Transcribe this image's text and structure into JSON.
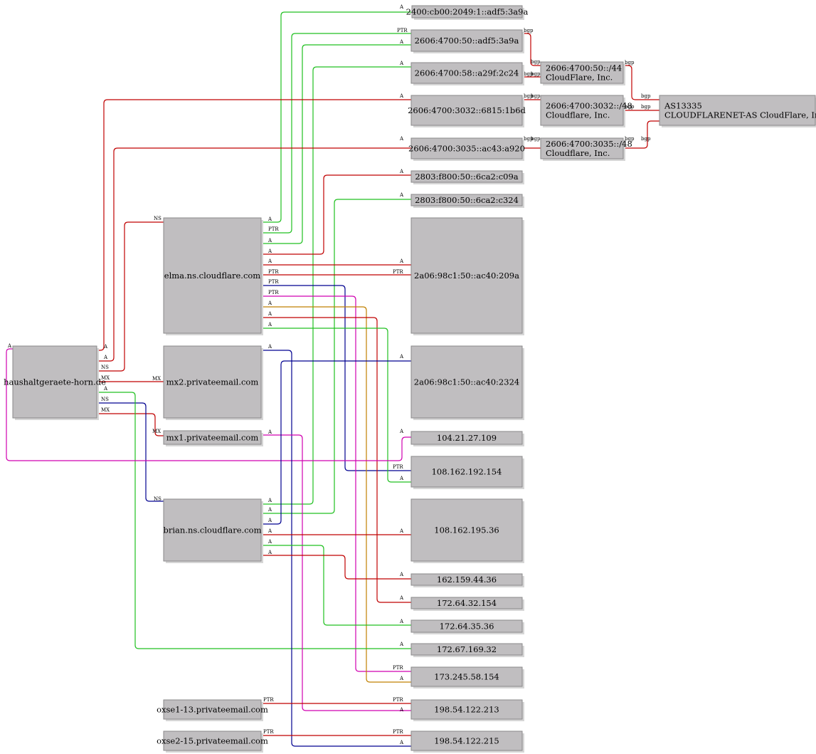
{
  "colors": {
    "red": "#c00000",
    "green": "#20c020",
    "blue": "#000090",
    "magenta": "#d000b0",
    "orange": "#c08000",
    "node_fill": "#c0bec0"
  },
  "nodes": {
    "n_2400": [
      "2400:cb00:2049:1::adf5:3a9a"
    ],
    "n_adf5": [
      "2606:4700:50::adf5:3a9a"
    ],
    "n_a29f": [
      "2606:4700:58::a29f:2c24"
    ],
    "n_net50": [
      "2606:4700:50::/44",
      "CloudFlare, Inc."
    ],
    "n_6815": [
      "2606:4700:3032::6815:1b6d"
    ],
    "n_net3032": [
      "2606:4700:3032::/48",
      "Cloudflare, Inc."
    ],
    "n_as": [
      "AS13335",
      "CLOUDFLARENET-AS CloudFlare, Inc."
    ],
    "n_ac43": [
      "2606:4700:3035::ac43:a920"
    ],
    "n_net3035": [
      "2606:4700:3035::/48",
      "Cloudflare, Inc."
    ],
    "n_c09a": [
      "2803:f800:50::6ca2:c09a"
    ],
    "n_c324": [
      "2803:f800:50::6ca2:c324"
    ],
    "n_elma": [
      "elma.ns.cloudflare.com"
    ],
    "n_209a": [
      "2a06:98c1:50::ac40:209a"
    ],
    "n_haus": [
      "haushaltgeraete-horn.de"
    ],
    "n_mx2": [
      "mx2.privateemail.com"
    ],
    "n_2324": [
      "2a06:98c1:50::ac40:2324"
    ],
    "n_mx1": [
      "mx1.privateemail.com"
    ],
    "n_104": [
      "104.21.27.109"
    ],
    "n_108_154": [
      "108.162.192.154"
    ],
    "n_brian": [
      "brian.ns.cloudflare.com"
    ],
    "n_108_36": [
      "108.162.195.36"
    ],
    "n_162": [
      "162.159.44.36"
    ],
    "n_172_154": [
      "172.64.32.154"
    ],
    "n_172_36": [
      "172.64.35.36"
    ],
    "n_172_32": [
      "172.67.169.32"
    ],
    "n_173": [
      "173.245.58.154"
    ],
    "n_oxse1": [
      "oxse1-13.privateemail.com"
    ],
    "n_213": [
      "198.54.122.213"
    ],
    "n_oxse2": [
      "oxse2-15.privateemail.com"
    ],
    "n_215": [
      "198.54.122.215"
    ]
  },
  "edges": [
    {
      "from": "n_elma",
      "to": "n_2400",
      "label": "A",
      "color": "green"
    },
    {
      "from": "n_elma",
      "to": "n_adf5",
      "label": "PTR",
      "color": "green"
    },
    {
      "from": "n_elma",
      "to": "n_adf5",
      "label": "A",
      "color": "green"
    },
    {
      "from": "n_brian",
      "to": "n_a29f",
      "label": "A",
      "color": "green"
    },
    {
      "from": "n_haus",
      "to": "n_6815",
      "label": "A",
      "color": "red"
    },
    {
      "from": "n_haus",
      "to": "n_ac43",
      "label": "A",
      "color": "red"
    },
    {
      "from": "n_elma",
      "to": "n_c09a",
      "label": "A",
      "color": "red"
    },
    {
      "from": "n_brian",
      "to": "n_c324",
      "label": "A",
      "color": "green"
    },
    {
      "from": "n_haus",
      "to": "n_elma",
      "label": "NS",
      "color": "red"
    },
    {
      "from": "n_elma",
      "to": "n_209a",
      "label": "A",
      "color": "red"
    },
    {
      "from": "n_elma",
      "to": "n_209a",
      "label": "PTR",
      "color": "red"
    },
    {
      "from": "n_elma",
      "to": "n_108_154",
      "label": "PTR",
      "color": "blue"
    },
    {
      "from": "n_elma",
      "to": "n_173",
      "label": "PTR",
      "color": "magenta"
    },
    {
      "from": "n_elma",
      "to": "n_173",
      "label": "A",
      "color": "orange"
    },
    {
      "from": "n_elma",
      "to": "n_172_154",
      "label": "A",
      "color": "red"
    },
    {
      "from": "n_elma",
      "to": "n_108_154",
      "label": "A",
      "color": "green"
    },
    {
      "from": "n_haus",
      "to": "n_mx2",
      "label": "MX",
      "color": "red"
    },
    {
      "from": "n_haus",
      "to": "n_mx1",
      "label": "MX",
      "color": "red"
    },
    {
      "from": "n_haus",
      "to": "n_brian",
      "label": "NS",
      "color": "blue"
    },
    {
      "from": "n_haus",
      "to": "n_172_32",
      "label": "A",
      "color": "green"
    },
    {
      "from": "n_haus",
      "to": "n_104",
      "label": "A",
      "color": "magenta"
    },
    {
      "from": "n_mx2",
      "to": "n_215",
      "label": "A",
      "color": "blue"
    },
    {
      "from": "n_mx1",
      "to": "n_213",
      "label": "A",
      "color": "magenta"
    },
    {
      "from": "n_brian",
      "to": "n_2324",
      "label": "A",
      "color": "blue"
    },
    {
      "from": "n_brian",
      "to": "n_108_36",
      "label": "A",
      "color": "red"
    },
    {
      "from": "n_brian",
      "to": "n_172_36",
      "label": "A",
      "color": "green"
    },
    {
      "from": "n_brian",
      "to": "n_162",
      "label": "A",
      "color": "red"
    },
    {
      "from": "n_oxse1",
      "to": "n_213",
      "label": "PTR",
      "color": "red"
    },
    {
      "from": "n_oxse2",
      "to": "n_215",
      "label": "PTR",
      "color": "red"
    },
    {
      "from": "n_adf5",
      "to": "n_net50",
      "label": "bgp",
      "color": "red"
    },
    {
      "from": "n_a29f",
      "to": "n_net50",
      "label": "bgp",
      "color": "red"
    },
    {
      "from": "n_net50",
      "to": "n_as",
      "label": "bgp",
      "color": "red"
    },
    {
      "from": "n_6815",
      "to": "n_net3032",
      "label": "bgp",
      "color": "red"
    },
    {
      "from": "n_net3032",
      "to": "n_as",
      "label": "bgp",
      "color": "red"
    },
    {
      "from": "n_ac43",
      "to": "n_net3035",
      "label": "bgp",
      "color": "red"
    },
    {
      "from": "n_net3035",
      "to": "n_as",
      "label": "bgp",
      "color": "red"
    }
  ]
}
